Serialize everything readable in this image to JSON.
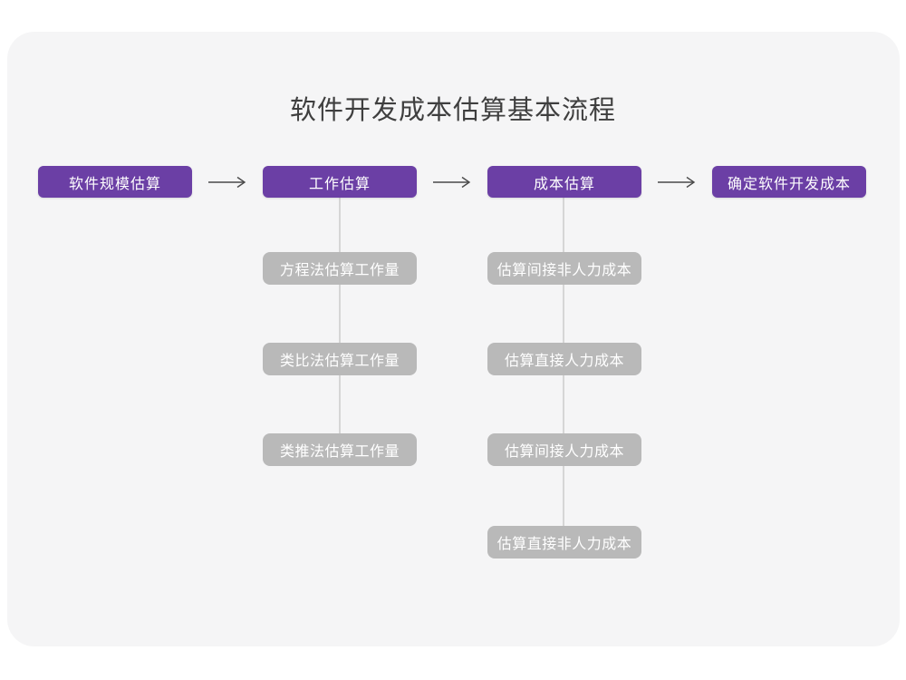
{
  "page": {
    "title": "软件开发成本估算基本流程"
  },
  "flow": {
    "stages": [
      {
        "label": "软件规模估算"
      },
      {
        "label": "工作估算"
      },
      {
        "label": "成本估算"
      },
      {
        "label": "确定软件开发成本"
      }
    ],
    "work_methods": [
      {
        "label": "方程法估算工作量"
      },
      {
        "label": "类比法估算工作量"
      },
      {
        "label": "类推法估算工作量"
      }
    ],
    "cost_items": [
      {
        "label": "估算间接非人力成本"
      },
      {
        "label": "估算直接人力成本"
      },
      {
        "label": "估算间接人力成本"
      },
      {
        "label": "估算直接非人力成本"
      }
    ]
  },
  "colors": {
    "stage_bg": "#6b3fa5",
    "sub_bg": "#b9b9b9",
    "card_bg": "#f5f5f6",
    "connector": "#d6d6d6",
    "arrow": "#4a4a4a",
    "title_color": "#3f3f3f",
    "node_text": "#ffffff"
  }
}
